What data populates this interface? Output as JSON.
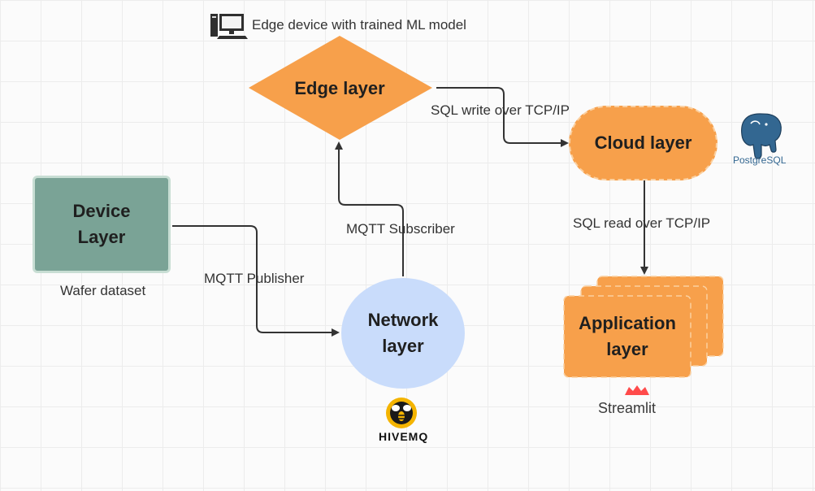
{
  "nodes": {
    "device": "Device\nLayer",
    "edge": "Edge layer",
    "network": "Network\nlayer",
    "cloud": "Cloud layer",
    "application": "Application\nlayer"
  },
  "labels": {
    "edge_device_caption": "Edge device with trained ML model",
    "wafer_dataset": "Wafer dataset",
    "mqtt_publisher": "MQTT Publisher",
    "mqtt_subscriber": "MQTT Subscriber",
    "sql_write": "SQL write over TCP/IP",
    "sql_read": "SQL read over TCP/IP"
  },
  "logos": {
    "postgres": "PostgreSQL",
    "hivemq": "HIVEMQ",
    "streamlit": "Streamlit",
    "computer_icon": "computer-icon"
  },
  "colors": {
    "device_fill": "#7aa396",
    "orange_fill": "#f7a04b",
    "network_fill": "#c9dcfb",
    "arrow": "#333333"
  }
}
